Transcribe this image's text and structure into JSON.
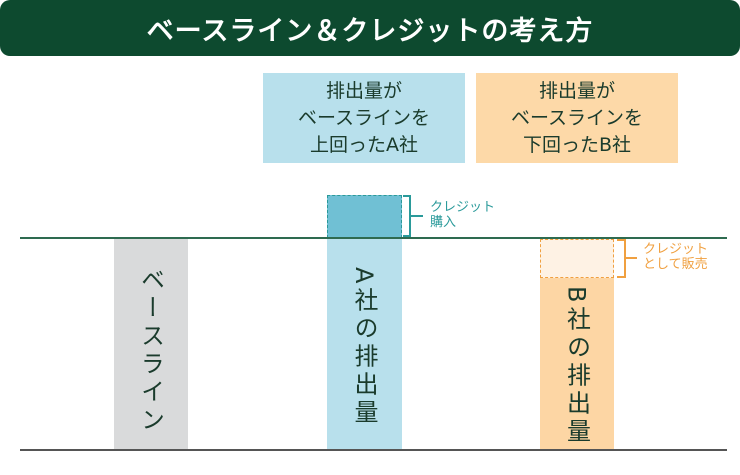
{
  "title": "ベースライン＆クレジットの考え方",
  "label_a": "排出量が\nベースラインを\n上回ったA社",
  "label_b": "排出量が\nベースラインを\n下回ったB社",
  "bar_baseline": "ベースライン",
  "bar_a": "A社の排出量",
  "bar_b": "B社の排出量",
  "note_a": "クレジット\n購入",
  "note_b": "クレジット\nとして販売",
  "colors": {
    "title_bg": "#0d4a2f",
    "a_light": "#b8e0ec",
    "a_dark": "#70c0d4",
    "b_light": "#fdd9a8",
    "b_pale": "#fef2e4",
    "baseline": "#d9dadb"
  }
}
